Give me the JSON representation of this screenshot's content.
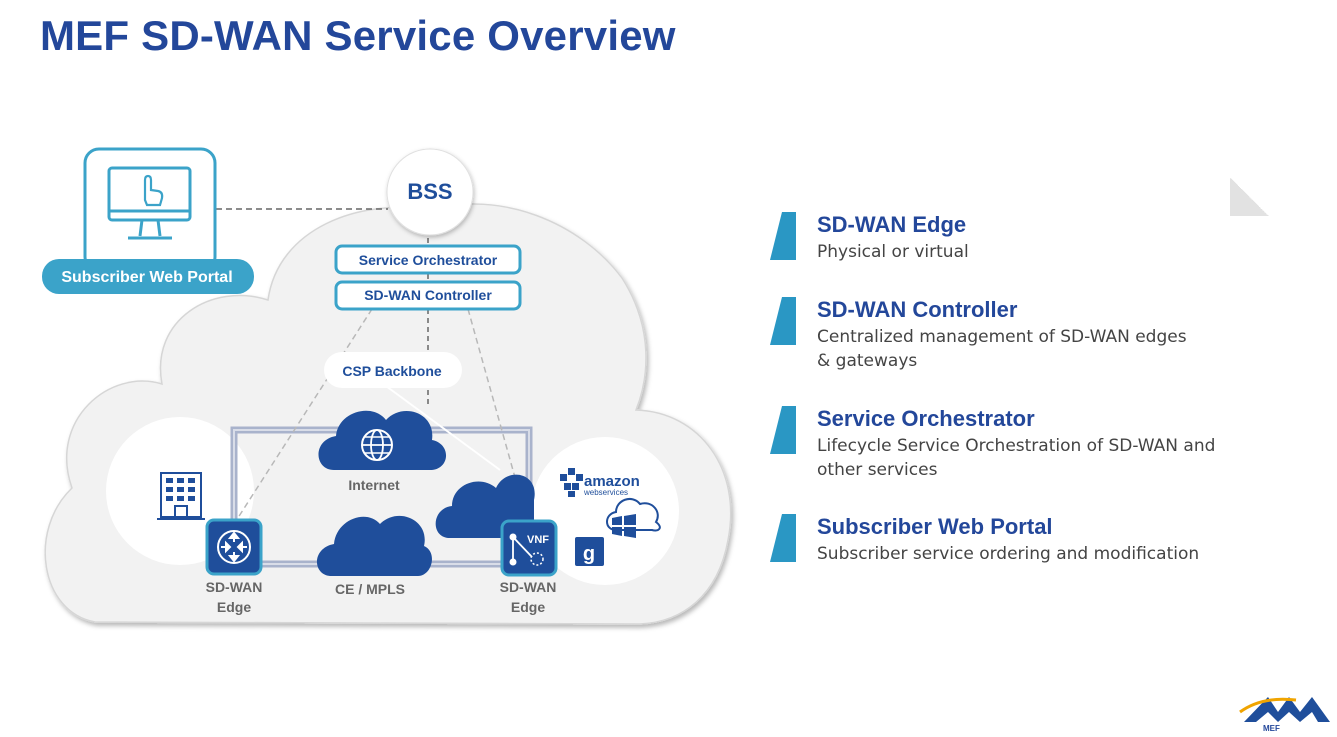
{
  "title": "MEF SD-WAN Service Overview",
  "diagram": {
    "bss": "BSS",
    "service_orchestrator": "Service Orchestrator",
    "sdwan_controller": "SD-WAN Controller",
    "csp_backbone": "CSP Backbone",
    "subscriber_web_portal": "Subscriber Web Portal",
    "internet": "Internet",
    "ce_mpls": "CE / MPLS",
    "edge_left": [
      "SD-WAN",
      "Edge"
    ],
    "edge_right": [
      "SD-WAN",
      "Edge"
    ],
    "vnf": "VNF",
    "amazon": "amazon",
    "webservices": "webservices"
  },
  "legend": {
    "items": [
      {
        "title": "SD-WAN Edge",
        "desc": "Physical or virtual"
      },
      {
        "title": "SD-WAN Controller",
        "desc": "Centralized management of SD-WAN edges\n& gateways"
      },
      {
        "title": "Service Orchestrator",
        "desc": "Lifecycle Service Orchestration of  SD-WAN and other services"
      },
      {
        "title": "Subscriber Web Portal",
        "desc": "Subscriber service ordering  and modification"
      }
    ]
  },
  "logo": {
    "text": "MEF"
  },
  "colors": {
    "title": "#23479a",
    "accent": "#2a97c4",
    "navy": "#1f4e9b",
    "cloud": "#f2f2f2"
  }
}
